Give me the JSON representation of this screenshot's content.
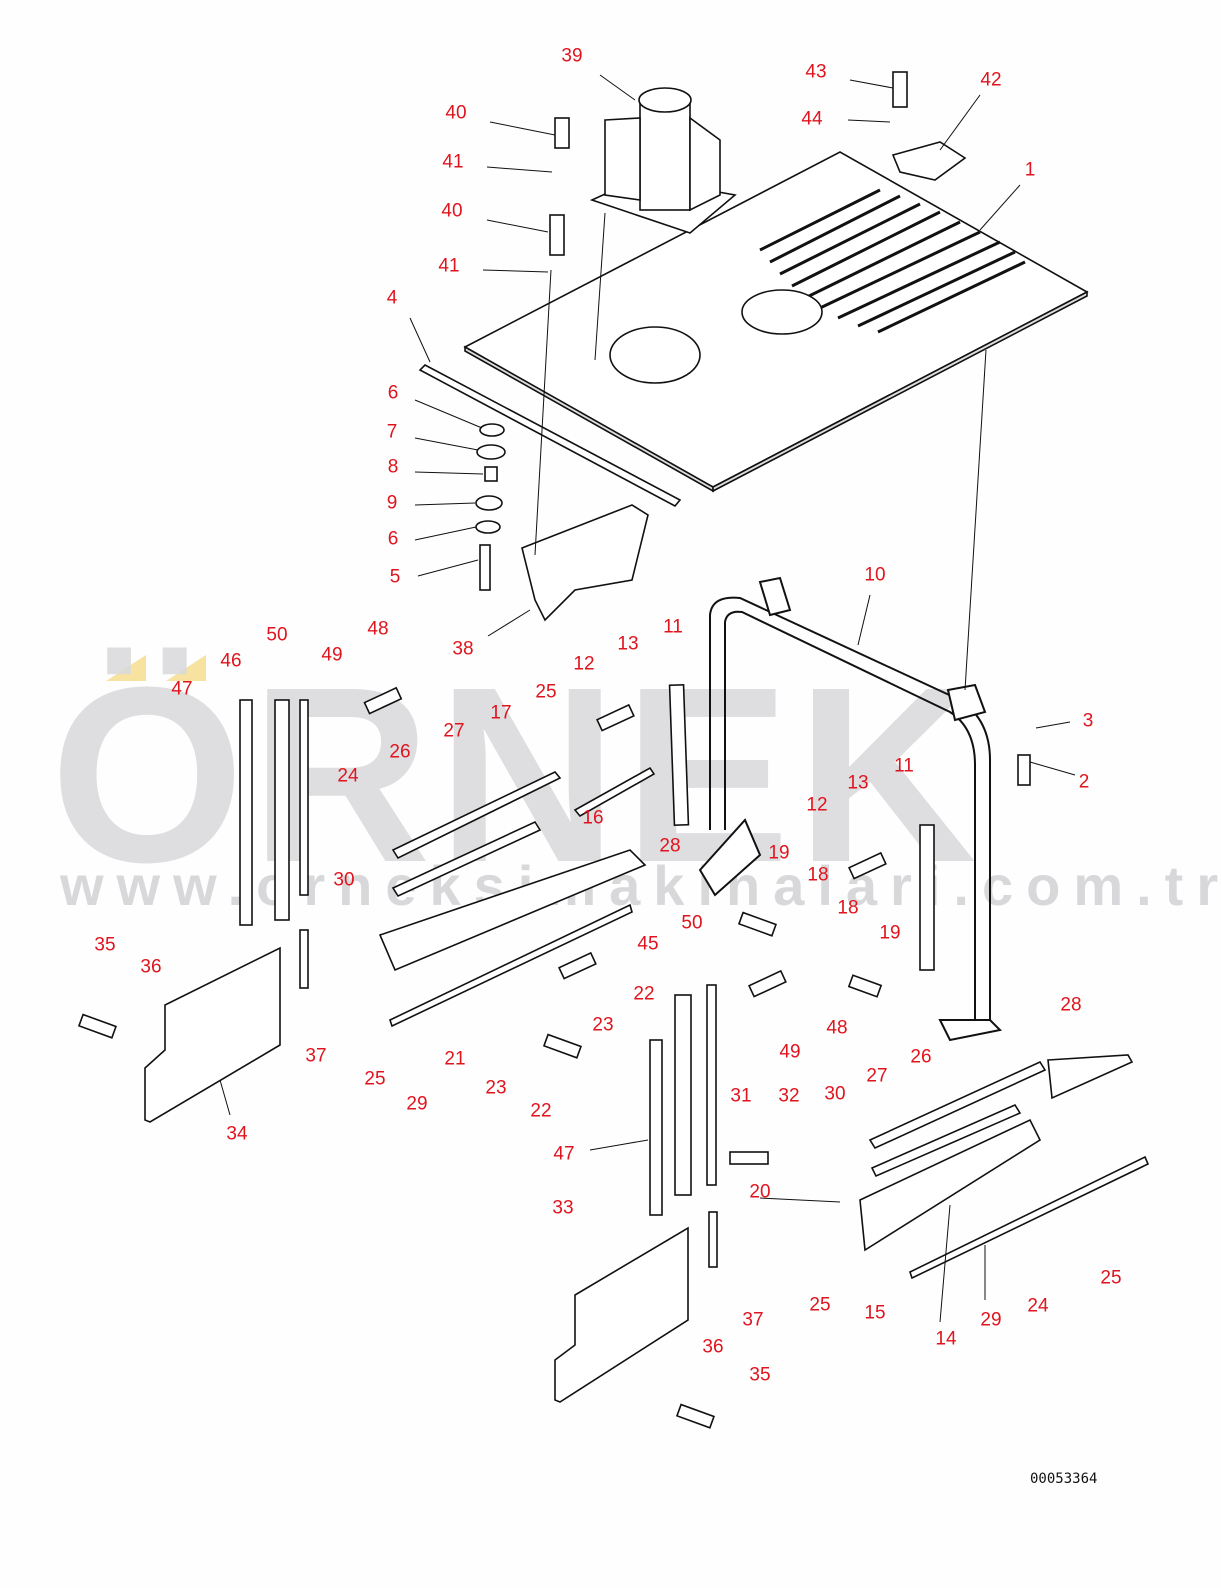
{
  "watermark": {
    "brand": "ÖRNEK",
    "url": "www.orneksimakinalari.com.tr"
  },
  "drawing_code": "00053364",
  "callouts": [
    "39",
    "43",
    "42",
    "40",
    "44",
    "1",
    "41",
    "40",
    "41",
    "4",
    "6",
    "7",
    "8",
    "9",
    "6",
    "5",
    "38",
    "10",
    "11",
    "13",
    "12",
    "50",
    "48",
    "49",
    "46",
    "47",
    "25",
    "17",
    "27",
    "26",
    "3",
    "2",
    "24",
    "13",
    "11",
    "12",
    "16",
    "28",
    "19",
    "18",
    "30",
    "18",
    "19",
    "35",
    "36",
    "45",
    "50",
    "22",
    "28",
    "23",
    "37",
    "25",
    "21",
    "48",
    "26",
    "49",
    "23",
    "22",
    "29",
    "27",
    "31",
    "32",
    "30",
    "34",
    "47",
    "20",
    "33",
    "25",
    "24",
    "29",
    "25",
    "15",
    "14",
    "37",
    "36",
    "35"
  ],
  "colors": {
    "callout": "#e0141e",
    "line": "#111111",
    "watermark": "#d9d9dc",
    "watermark_accent": "#f8e2a0"
  }
}
